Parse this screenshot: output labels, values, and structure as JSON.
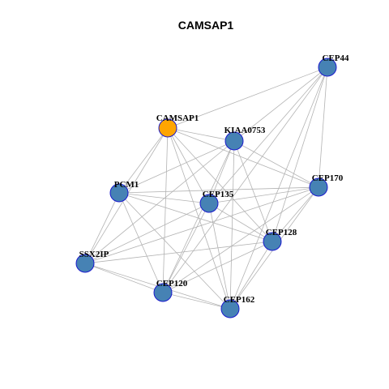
{
  "title": "CAMSAP1",
  "colors": {
    "focus_node": "#FFA500",
    "node": "#4682B4",
    "node_border": "#1A1ACD",
    "edge": "#B3B3B3"
  },
  "nodes": [
    {
      "id": "CEP44",
      "label": "CEP44",
      "focus": false
    },
    {
      "id": "CAMSAP1",
      "label": "CAMSAP1",
      "focus": true
    },
    {
      "id": "KIAA0753",
      "label": "KIAA0753",
      "focus": false
    },
    {
      "id": "CEP170",
      "label": "CEP170",
      "focus": false
    },
    {
      "id": "PCM1",
      "label": "PCM1",
      "focus": false
    },
    {
      "id": "CEP135",
      "label": "CEP135",
      "focus": false
    },
    {
      "id": "CEP128",
      "label": "CEP128",
      "focus": false
    },
    {
      "id": "SSX2IP",
      "label": "SSX2IP",
      "focus": false
    },
    {
      "id": "CEP120",
      "label": "CEP120",
      "focus": false
    },
    {
      "id": "CEP162",
      "label": "CEP162",
      "focus": false
    }
  ],
  "edges": [
    [
      "CAMSAP1",
      "CEP44"
    ],
    [
      "CAMSAP1",
      "KIAA0753"
    ],
    [
      "CAMSAP1",
      "CEP170"
    ],
    [
      "CAMSAP1",
      "PCM1"
    ],
    [
      "CAMSAP1",
      "CEP135"
    ],
    [
      "CAMSAP1",
      "CEP128"
    ],
    [
      "CAMSAP1",
      "SSX2IP"
    ],
    [
      "CAMSAP1",
      "CEP120"
    ],
    [
      "CAMSAP1",
      "CEP162"
    ],
    [
      "CEP44",
      "KIAA0753"
    ],
    [
      "CEP44",
      "CEP170"
    ],
    [
      "CEP44",
      "CEP135"
    ],
    [
      "CEP44",
      "CEP128"
    ],
    [
      "CEP44",
      "CEP120"
    ],
    [
      "CEP44",
      "CEP162"
    ],
    [
      "KIAA0753",
      "PCM1"
    ],
    [
      "KIAA0753",
      "CEP170"
    ],
    [
      "KIAA0753",
      "CEP135"
    ],
    [
      "KIAA0753",
      "CEP128"
    ],
    [
      "KIAA0753",
      "SSX2IP"
    ],
    [
      "KIAA0753",
      "CEP120"
    ],
    [
      "KIAA0753",
      "CEP162"
    ],
    [
      "PCM1",
      "CEP170"
    ],
    [
      "PCM1",
      "CEP135"
    ],
    [
      "PCM1",
      "CEP128"
    ],
    [
      "PCM1",
      "SSX2IP"
    ],
    [
      "PCM1",
      "CEP120"
    ],
    [
      "PCM1",
      "CEP162"
    ],
    [
      "CEP135",
      "CEP170"
    ],
    [
      "CEP135",
      "CEP128"
    ],
    [
      "CEP135",
      "SSX2IP"
    ],
    [
      "CEP135",
      "CEP120"
    ],
    [
      "CEP135",
      "CEP162"
    ],
    [
      "CEP170",
      "CEP128"
    ],
    [
      "CEP170",
      "SSX2IP"
    ],
    [
      "CEP170",
      "CEP120"
    ],
    [
      "CEP170",
      "CEP162"
    ],
    [
      "CEP128",
      "SSX2IP"
    ],
    [
      "CEP128",
      "CEP120"
    ],
    [
      "CEP128",
      "CEP162"
    ],
    [
      "SSX2IP",
      "CEP120"
    ],
    [
      "SSX2IP",
      "CEP162"
    ],
    [
      "CEP120",
      "CEP162"
    ]
  ]
}
